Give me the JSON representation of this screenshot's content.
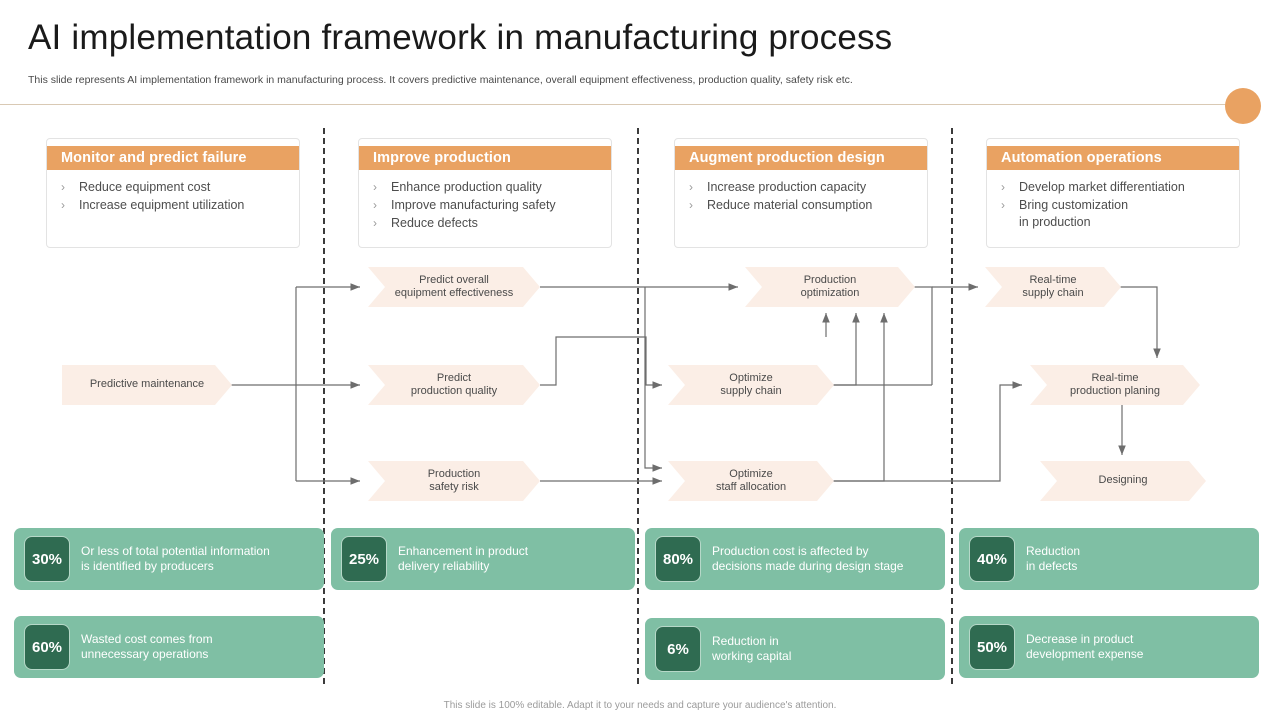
{
  "header": {
    "title": "AI implementation framework in manufacturing process",
    "subtitle": "This slide represents AI implementation framework in manufacturing process. It covers predictive maintenance, overall equipment effectiveness, production quality, safety risk etc.",
    "accent_color": "#e9a262",
    "rule_color": "#d9c9b4"
  },
  "feature_cards": [
    {
      "title": "Monitor and predict failure",
      "bullets": [
        "Reduce equipment cost",
        "Increase equipment utilization"
      ]
    },
    {
      "title": "Improve production",
      "bullets": [
        "Enhance production quality",
        "Improve manufacturing safety",
        "Reduce defects"
      ]
    },
    {
      "title": "Augment production design",
      "bullets": [
        "Increase production capacity",
        "Reduce material consumption"
      ]
    },
    {
      "title": "Automation operations",
      "bullets": [
        "Develop market differentiation",
        "Bring customization\nin production"
      ]
    }
  ],
  "flow": {
    "node_fill": "#fbeee6",
    "line_color": "#6d6d6d",
    "nodes": [
      {
        "id": "predictive-maintenance",
        "label": "Predictive maintenance"
      },
      {
        "id": "predict-overall-equipment-effectiveness",
        "label": "Predict overall\nequipment effectiveness"
      },
      {
        "id": "predict-production-quality",
        "label": "Predict\nproduction quality"
      },
      {
        "id": "production-safety-risk",
        "label": "Production\nsafety risk"
      },
      {
        "id": "production-optimization",
        "label": "Production\noptimization"
      },
      {
        "id": "optimize-supply-chain",
        "label": "Optimize\nsupply chain"
      },
      {
        "id": "optimize-staff-allocation",
        "label": "Optimize\nstaff allocation"
      },
      {
        "id": "real-time-supply-chain",
        "label": "Real-time\nsupply chain"
      },
      {
        "id": "real-time-production-planing",
        "label": "Real-time\nproduction planing"
      },
      {
        "id": "designing",
        "label": "Designing"
      }
    ]
  },
  "stats": {
    "card_color": "#7fbfa4",
    "badge_color": "#2f6b51",
    "items": [
      {
        "value": "30%",
        "text": "Or less of total potential information\nis identified by producers"
      },
      {
        "value": "25%",
        "text": "Enhancement in product\ndelivery reliability"
      },
      {
        "value": "80%",
        "text": "Production cost is affected by\ndecisions made during design stage"
      },
      {
        "value": "40%",
        "text": "Reduction\nin defects"
      },
      {
        "value": "60%",
        "text": "Wasted cost comes from\nunnecessary operations"
      },
      {
        "value": "6%",
        "text": "Reduction in\nworking capital"
      },
      {
        "value": "50%",
        "text": "Decrease in product\ndevelopment expense"
      }
    ]
  },
  "footer": {
    "note": "This slide is 100% editable. Adapt it to your needs and capture your audience's attention."
  }
}
